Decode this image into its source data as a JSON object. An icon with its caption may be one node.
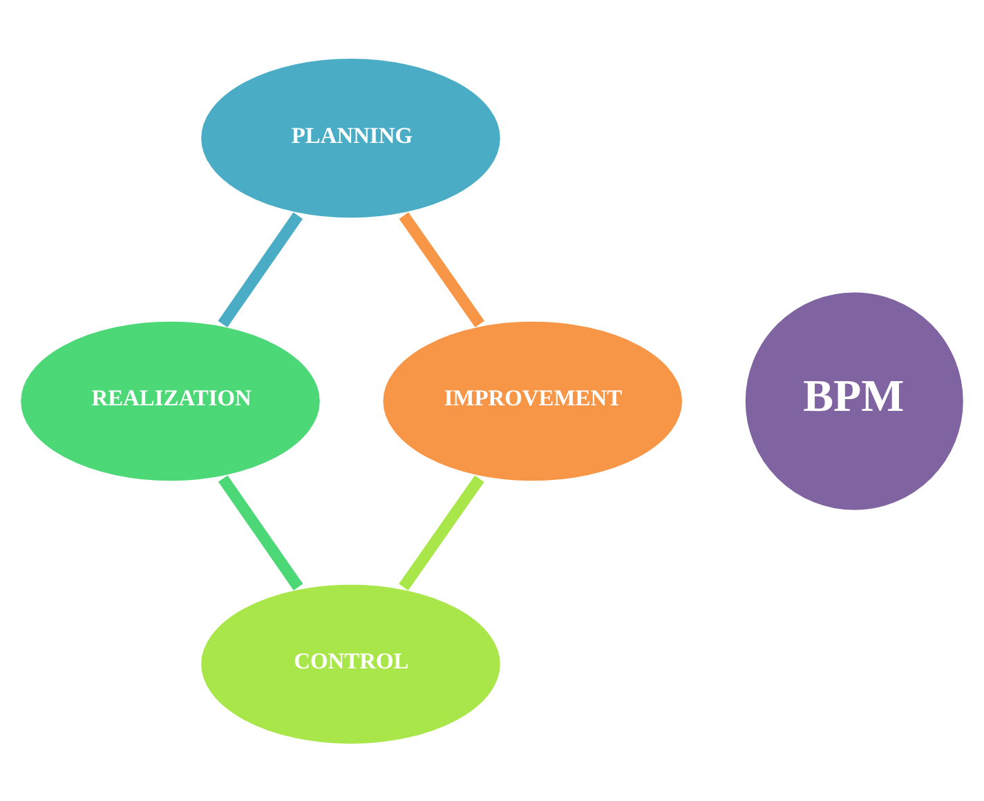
{
  "diagram": {
    "nodes": [
      {
        "text": [
          "BPM"
        ]
      },
      {
        "text": [
          "PLANNING"
        ]
      },
      {
        "text": [
          "REALIZATION"
        ]
      },
      {
        "text": [
          "CONTROL"
        ]
      },
      {
        "text": [
          "IMPROVEMENT"
        ]
      }
    ],
    "edges": [
      {
        "from": 1,
        "to": 2,
        "arrow": "none",
        "color": "#4bacc6"
      },
      {
        "from": 2,
        "to": 3,
        "arrow": "none",
        "color": "#4cd876"
      },
      {
        "from": 3,
        "to": 4,
        "arrow": "none",
        "color": "#a9e64a"
      },
      {
        "from": 4,
        "to": 1,
        "arrow": "none",
        "color": "#f79646"
      }
    ]
  }
}
